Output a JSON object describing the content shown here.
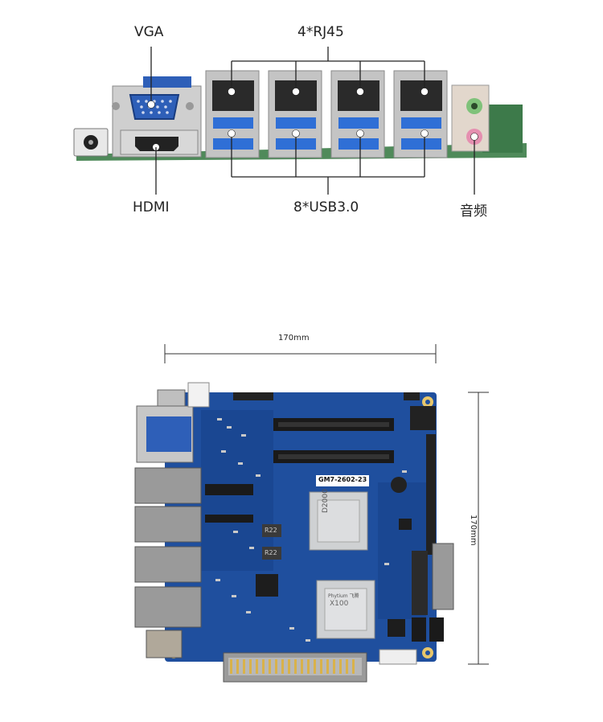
{
  "io_panel": {
    "labels": {
      "vga": "VGA",
      "rj45": "4*RJ45",
      "hdmi": "HDMI",
      "usb": "8*USB3.0",
      "audio": "音频"
    }
  },
  "board": {
    "dims": {
      "width": "170mm",
      "height": "170mm"
    },
    "chips": {
      "cpu_top": "D2000",
      "cpu_bottom_brand": "Phytium 飞腾",
      "cpu_bottom_model": "X100",
      "model_label": "GM7-2602-23",
      "r22_a": "R22",
      "r22_b": "R22"
    }
  },
  "colors": {
    "pcb_blue": "#1f4f9e",
    "pcb_green": "#4f8a5a",
    "port_gray": "#b9b9b9",
    "usb_blue": "#2f6fd6",
    "vga_blue": "#2e5fb8",
    "audio_green": "#7fc27a",
    "audio_pink": "#e58fb0",
    "gold": "#d9b24a"
  }
}
